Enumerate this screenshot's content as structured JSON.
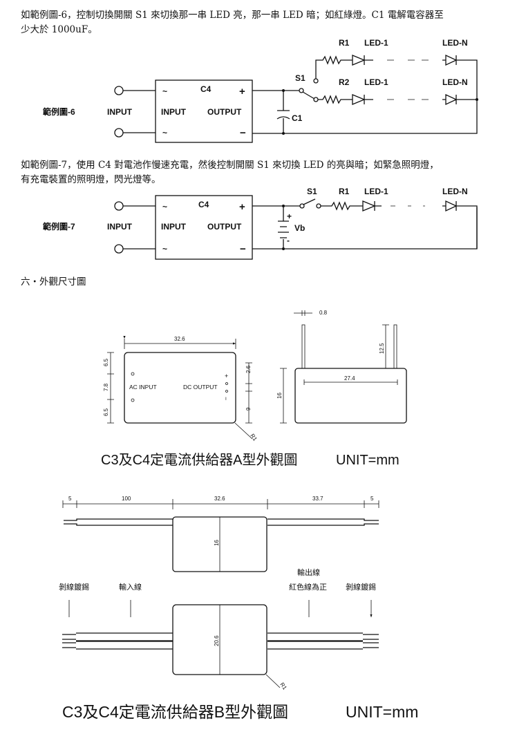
{
  "example6": {
    "text_line1": "如範例圖-6，控制切換開關 S1 來切換那一串 LED 亮，那一串 LED 暗；如紅綠燈。C1 電解電容器至",
    "text_line2": "少大於 1000uF。",
    "title": "範例圖-6",
    "input_label": "INPUT",
    "module": {
      "name": "C4",
      "ac1": "~",
      "ac2": "~",
      "plus": "+",
      "minus": "−",
      "input": "INPUT",
      "output": "OUTPUT"
    },
    "s1": "S1",
    "c1": "C1",
    "r1": "R1",
    "r2": "R2",
    "led1_a": "LED-1",
    "ledn_a": "LED-N",
    "led1_b": "LED-1",
    "ledn_b": "LED-N"
  },
  "example7": {
    "text_line1": "如範例圖-7，使用 C4 對電池作慢速充電，然後控制開關 S1 來切換 LED 的亮與暗；如緊急照明燈，",
    "text_line2": "有充電裝置的照明燈，閃光燈等。",
    "title": "範例圖-7",
    "input_label": "INPUT",
    "module": {
      "name": "C4",
      "ac1": "~",
      "ac2": "~",
      "plus": "+",
      "minus": "−",
      "input": "INPUT",
      "output": "OUTPUT"
    },
    "s1": "S1",
    "r1": "R1",
    "led1": "LED-1",
    "ledn": "LED-N",
    "vb": "Vb",
    "bplus": "+",
    "bminus": "-"
  },
  "section_heading": "六・外觀尺寸圖",
  "type_a": {
    "width": "32.6",
    "h1": "6.5",
    "h2": "7.8",
    "h3": "6.5",
    "r_top": "2.6",
    "r_bot": "9",
    "ac_input": "AC INPUT",
    "dc_output": "DC OUTPUT",
    "plus": "+",
    "minus": "−",
    "radius": "R1",
    "pin": "0.8",
    "pin_len": "12.5",
    "pitch": "27.4",
    "height": "16",
    "caption": "C3及C4定電流供給器A型外觀圖",
    "unit": "UNIT=mm"
  },
  "type_b": {
    "d1": "5",
    "d2": "100",
    "d3": "32.6",
    "d4": "33.7",
    "d5": "5",
    "height": "16",
    "height2": "20.6",
    "strip_left": "剝線鍍錫",
    "input_wire": "輸入線",
    "output_wire": "輸出線",
    "red_positive": "紅色線為正",
    "strip_right": "剝線鍍錫",
    "radius": "R1",
    "caption": "C3及C4定電流供給器B型外觀圖",
    "unit": "UNIT=mm"
  }
}
